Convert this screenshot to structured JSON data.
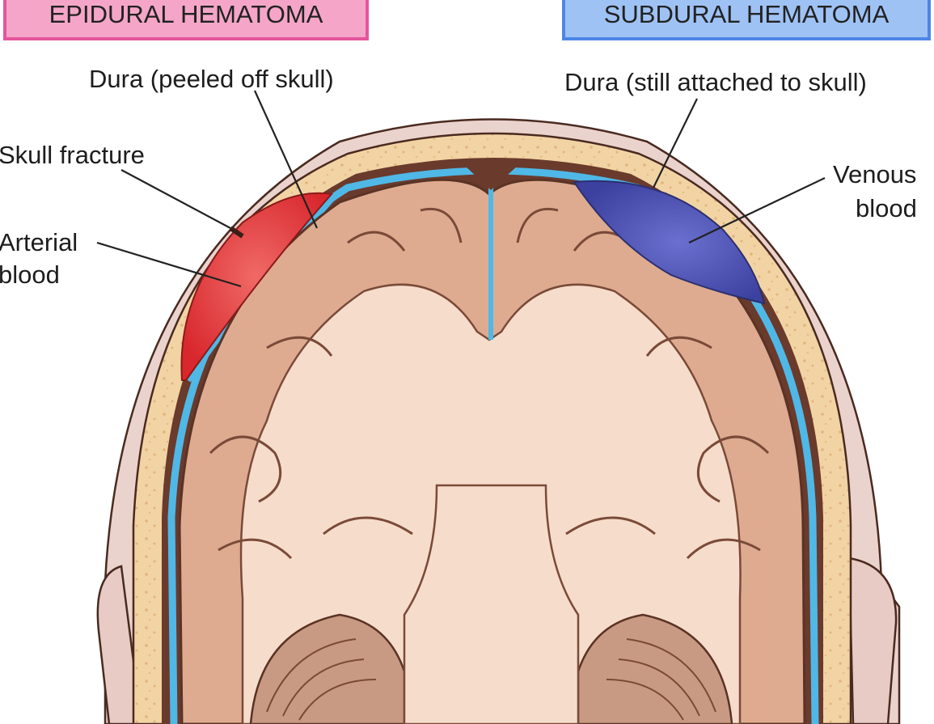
{
  "headers": {
    "epidural": "EPIDURAL HEMATOMA",
    "subdural": "SUBDURAL HEMATOMA"
  },
  "labels": {
    "dura_peeled": "Dura (peeled off skull)",
    "dura_attached": "Dura (still attached to skull)",
    "skull_fracture": "Skull fracture",
    "arterial": "Arterial",
    "arterial_2": "blood",
    "venous": "Venous",
    "venous_2": "blood"
  },
  "colors": {
    "epidural_header_fill": "#f5a6c8",
    "epidural_header_border": "#e4559c",
    "subdural_header_fill": "#9fc2f5",
    "subdural_header_border": "#4d86e6",
    "scalp": "#ead3cc",
    "skull": "#f2d4a4",
    "dura": "#4fb8e6",
    "cortex": "#deab90",
    "white_matter": "#f6dccb",
    "arterial_blood": "#e43c3e",
    "venous_blood": "#4a4fb0",
    "outline": "#4a2a20"
  }
}
